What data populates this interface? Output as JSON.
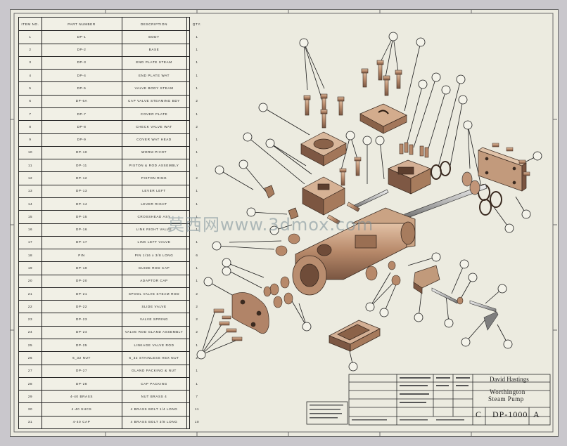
{
  "bom": {
    "headers": [
      "ITEM NO.",
      "PART NUMBER",
      "DESCRIPTION",
      "QTY."
    ],
    "rows": [
      [
        "1",
        "DP-1",
        "BODY",
        "1"
      ],
      [
        "2",
        "DP-2",
        "BASE",
        "1"
      ],
      [
        "3",
        "DP-3",
        "END PLATE STEAM",
        "1"
      ],
      [
        "4",
        "DP-4",
        "END PLATE WAT",
        "1"
      ],
      [
        "5",
        "DP-5",
        "VALVE BODY STEAM",
        "1"
      ],
      [
        "6",
        "DP-6A",
        "CAP VALVE STEAMING BDY",
        "2"
      ],
      [
        "7",
        "DP-7",
        "COVER PLATE",
        "1"
      ],
      [
        "8",
        "DP-8",
        "CHECK VALVE WAT",
        "2"
      ],
      [
        "9",
        "DP-9",
        "COVER WAT HEAD",
        "1"
      ],
      [
        "10",
        "DP-10",
        "WORM PIVOT",
        "1"
      ],
      [
        "11",
        "DP-11",
        "PISTON & ROD ASSEMBLY",
        "1"
      ],
      [
        "12",
        "DP-12",
        "PISTON RING",
        "2"
      ],
      [
        "13",
        "DP-13",
        "LEVER LEFT",
        "1"
      ],
      [
        "14",
        "DP-14",
        "LEVER RIGHT",
        "1"
      ],
      [
        "15",
        "DP-15",
        "CROSSHEAD ASY",
        "1"
      ],
      [
        "16",
        "DP-16",
        "LINK RIGHT VALVE",
        "1"
      ],
      [
        "17",
        "DP-17",
        "LINK LEFT VALVE",
        "1"
      ],
      [
        "18",
        "PIN",
        "PIN 1/16 x 3/8 LONG",
        "6"
      ],
      [
        "19",
        "DP-19",
        "GUIDE ROD CAP",
        "1"
      ],
      [
        "20",
        "DP-20",
        "ADAPTOR CAP",
        "1"
      ],
      [
        "21",
        "DP-21",
        "SPOOL VALVE STEAM ROD",
        "2"
      ],
      [
        "22",
        "DP-22",
        "SLIDE VALVE",
        "2"
      ],
      [
        "23",
        "DP-23",
        "VALVE SPRING",
        "2"
      ],
      [
        "24",
        "DP-24",
        "VALVE ROD GLAND ASSEMBLY",
        "2"
      ],
      [
        "25",
        "DP-25",
        "LINKAGE VALVE ROD",
        "1"
      ],
      [
        "26",
        "6_32 NUT",
        "6_32 STAINLESS HEX NUT",
        "2"
      ],
      [
        "27",
        "DP-27",
        "GLAND PACKING & NUT",
        "1"
      ],
      [
        "28",
        "DP-28",
        "CAP PACKING",
        "1"
      ],
      [
        "29",
        "4-40 BRASS",
        "NUT BRASS 4",
        "7"
      ],
      [
        "30",
        "4-40 SHCS",
        "4 BRASS BOLT 1/4 LONG",
        "11"
      ],
      [
        "31",
        "4-40 CAP",
        "4 BRASS BOLT 3/8 LONG",
        "10"
      ]
    ]
  },
  "title_block": {
    "author": "David Hastings",
    "title_line1": "Worthington",
    "title_line2": "Steam Pump",
    "size": "C",
    "dwg_no": "DP-1000",
    "rev": "A"
  },
  "watermark": "莫西网www.3dmox.com",
  "colors": {
    "part": "#b7896a",
    "part_dark": "#7a5642",
    "line": "#1b1b1b"
  }
}
